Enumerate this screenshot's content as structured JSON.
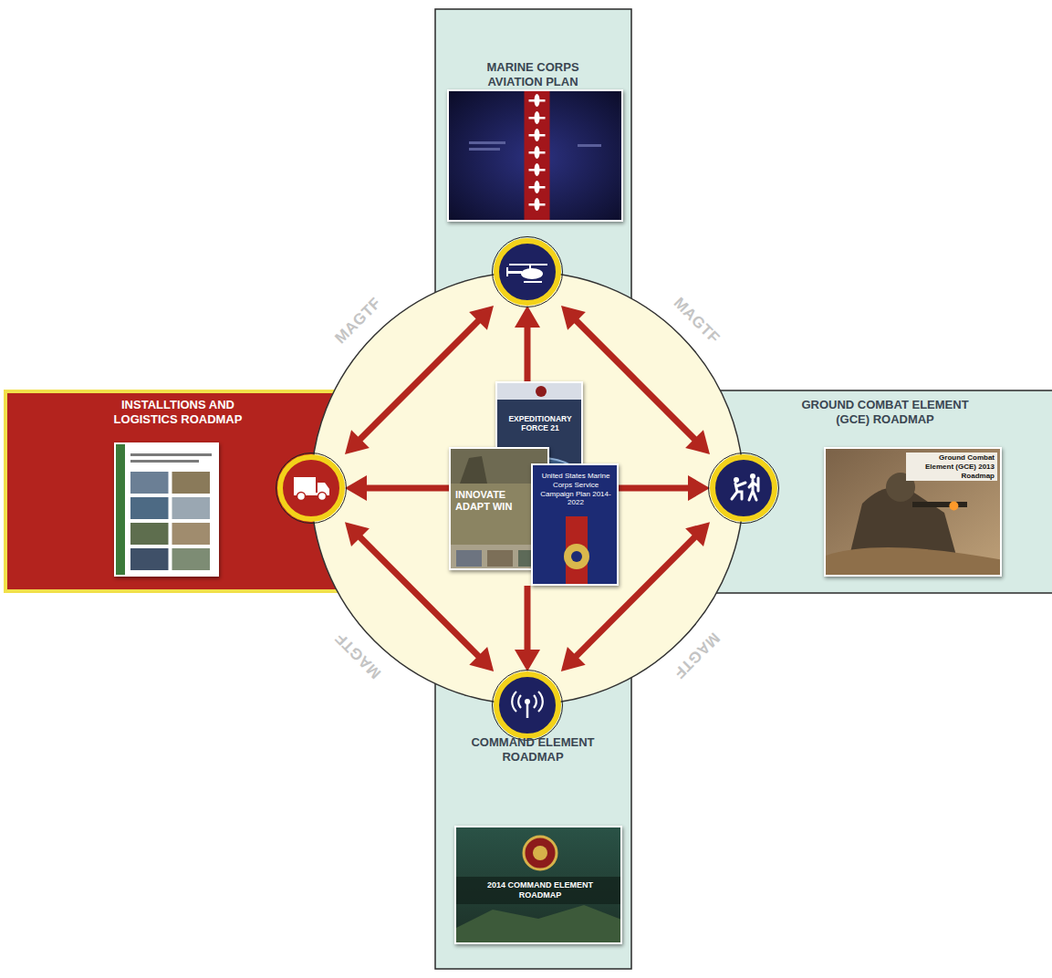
{
  "diagram": {
    "nodes": [
      {
        "text": [
          "MARINE CORPS AVIATION PLAN"
        ]
      },
      {
        "text": [
          "INSTALLTIONS AND LOGISTICS ROADMAP"
        ]
      },
      {
        "text": [
          "EXPEDITIONARY FORCE 21",
          "INNOVATE ADAPT WIN",
          "United States Marine Corps Service Campaign Plan 2014-2022"
        ]
      },
      {
        "text": [
          "GROUND COMBAT ELEMENT (GCE) ROADMAP",
          "Ground Combat Element (GCE) 2013 Roadmap"
        ]
      },
      {
        "text": [
          "COMMAND ELEMENT ROADMAP",
          "2014 COMMAND ELEMENT ROADMAP"
        ]
      }
    ],
    "edges": [
      {
        "from": 2,
        "to": 0,
        "arrow": "to"
      },
      {
        "from": 2,
        "to": 1,
        "arrow": "to"
      },
      {
        "from": 2,
        "to": 3,
        "arrow": "to"
      },
      {
        "from": 2,
        "to": 4,
        "arrow": "to"
      },
      {
        "from": 1,
        "to": 0,
        "arrow": "both"
      },
      {
        "from": 0,
        "to": 3,
        "arrow": "both"
      },
      {
        "from": 3,
        "to": 4,
        "arrow": "both"
      },
      {
        "from": 4,
        "to": 1,
        "arrow": "both"
      }
    ],
    "labels": [
      "MAGTF",
      "MAGTF",
      "MAGTF",
      "MAGTF"
    ]
  }
}
